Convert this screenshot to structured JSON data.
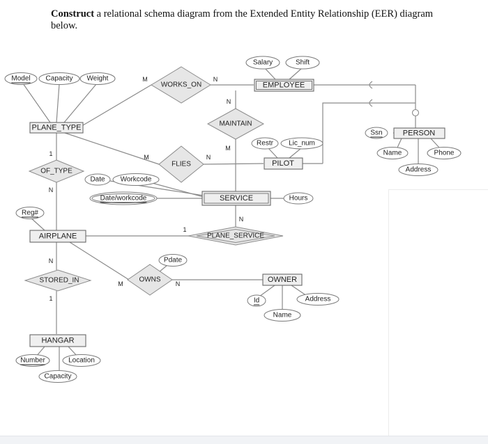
{
  "question": {
    "bold": "Construct",
    "rest": " a relational schema diagram from the Extended Entity Relationship (EER) diagram below."
  },
  "diagram": {
    "entities": {
      "employee": "EMPLOYEE",
      "plane_type": "PLANE_TYPE",
      "person": "PERSON",
      "pilot": "PILOT",
      "service": "SERVICE",
      "airplane": "AIRPLANE",
      "owner": "OWNER",
      "hangar": "HANGAR"
    },
    "relationships": {
      "works_on": "WORKS_ON",
      "maintain": "MAINTAIN",
      "flies": "FLIES",
      "of_type": "OF_TYPE",
      "plane_service": "PLANE_SERVICE",
      "stored_in": "STORED_IN",
      "owns": "OWNS"
    },
    "attributes": {
      "salary": "Salary",
      "shift": "Shift",
      "model": "Model",
      "capacity": "Capacity",
      "weight": "Weight",
      "ssn": "Ssn",
      "name_person": "Name",
      "phone": "Phone",
      "address_person": "Address",
      "restr": "Restr",
      "lic_num": "Lic_num",
      "date": "Date",
      "workcode": "Workcode",
      "date_workcode": "Date/workcode",
      "hours": "Hours",
      "reg": "Reg#",
      "pdate": "Pdate",
      "id": "Id",
      "address_owner": "Address",
      "name_owner": "Name",
      "number": "Number",
      "location": "Location",
      "capacity_hangar": "Capacity"
    },
    "cardinalities": {
      "works_on_left": "M",
      "works_on_right": "N",
      "maintain_top": "N",
      "maintain_bottom": "M",
      "flies_left": "M",
      "flies_right": "N",
      "of_type_top": "1",
      "of_type_bottom": "N",
      "plane_service_left": "1",
      "plane_service_top": "N",
      "stored_in_top": "N",
      "stored_in_bottom": "1",
      "owns_left": "M",
      "owns_right": "N"
    }
  }
}
